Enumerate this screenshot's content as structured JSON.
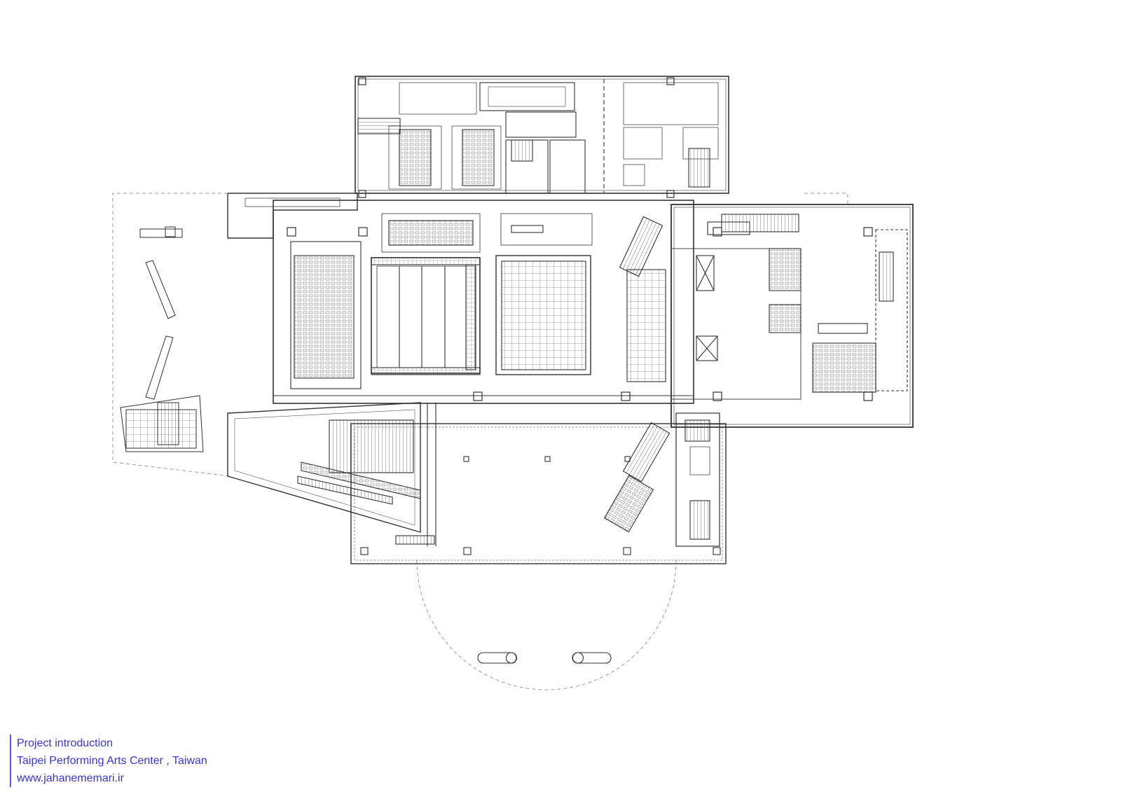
{
  "caption": {
    "heading": "Project introduction",
    "project": "Taipei Performing Arts Center , Taiwan",
    "website": "www.jahanememari.ir"
  },
  "colors": {
    "line": "#333333",
    "dashed_outline": "#9a9a9a",
    "caption_text": "#3b34d6",
    "caption_rule": "#5b55e6",
    "background": "#ffffff"
  }
}
